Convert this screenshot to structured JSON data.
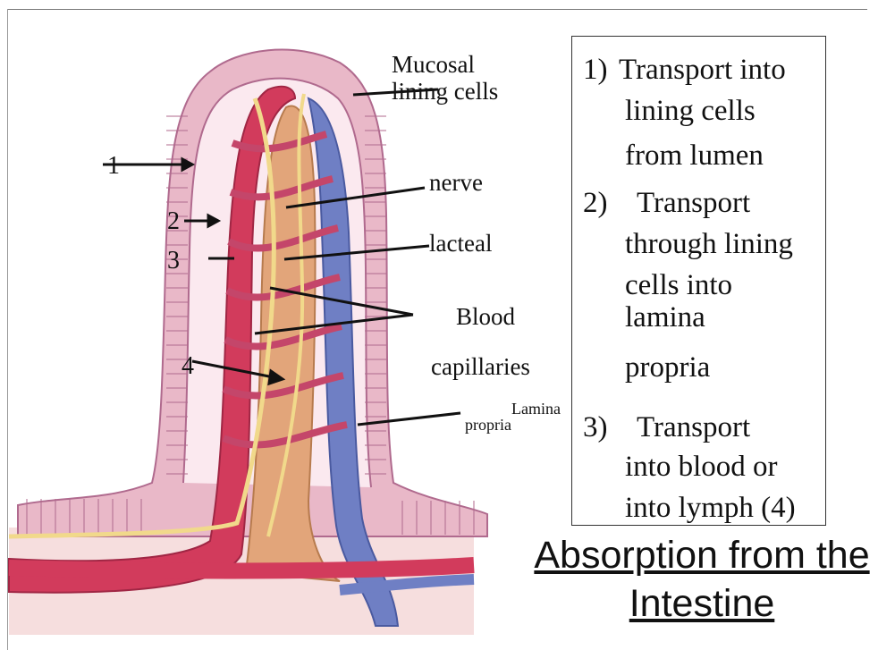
{
  "labels": {
    "mucosal": [
      "Mucosal",
      "lining cells"
    ],
    "nerve": "nerve",
    "lacteal": "lacteal",
    "blood": [
      "Blood",
      "capillaries"
    ],
    "lamina_sub": "propria",
    "lamina_sup": "Lamina"
  },
  "numbers": {
    "n1": "1",
    "n2": "2",
    "n3": "3",
    "n4": "4"
  },
  "steps": [
    {
      "num": "1)",
      "lines": [
        "Transport into",
        "lining cells",
        "from lumen"
      ]
    },
    {
      "num": "2)",
      "lines": [
        "Transport",
        "through lining",
        "cells into",
        "lamina",
        "propria"
      ]
    },
    {
      "num": "3)",
      "lines": [
        "Transport",
        "into blood or",
        "into lymph (4)"
      ]
    }
  ],
  "title": [
    "Absorption from the",
    "Intestine"
  ],
  "colors": {
    "epithelium": "#e9b8c8",
    "epithelium_stroke": "#b06a8e",
    "artery": "#d23b5c",
    "vein": "#6f7fc4",
    "lacteal": "#e2a57a",
    "nerve": "#f1d98b"
  }
}
